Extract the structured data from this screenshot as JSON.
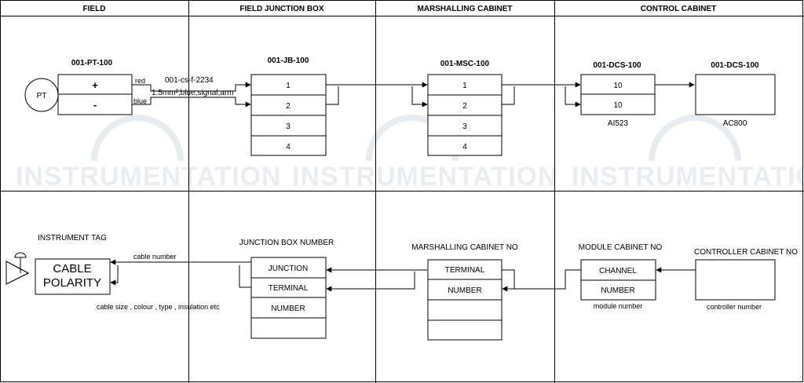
{
  "headers": [
    "FIELD",
    "FIELD JUNCTION BOX",
    "MARSHALLING CABINET",
    "CONTROL CABINET"
  ],
  "watermark": "INSTRUMENTATION",
  "top": {
    "pt_tag": "001-PT-100",
    "pt_circle": "PT",
    "plus": "+",
    "minus": "-",
    "wire_red": "red",
    "wire_blue": "blue",
    "cable_tag": "001-cs-f-2234",
    "cable_spec": "1.5mm²,blue,signal,arm",
    "jb_tag": "001-JB-100",
    "jb_terminals": [
      "1",
      "2",
      "3",
      "4"
    ],
    "msc_tag": "001-MSC-100",
    "msc_terminals": [
      "1",
      "2",
      "3",
      "4"
    ],
    "dcs_io_tag": "001-DCS-100",
    "dcs_io_channels": [
      "10",
      "10"
    ],
    "dcs_io_module": "AI523",
    "dcs_ctrl_tag": "001-DCS-100",
    "dcs_ctrl_name": "AC800"
  },
  "bottom": {
    "instrument_tag": "INSTRUMENT TAG",
    "cable_line1": "CABLE",
    "cable_line2": "POLARITY",
    "cable_number": "cable number",
    "cable_info": "cable size , colour , type , insulation etc",
    "jb_number": "JUNCTION BOX NUMBER",
    "jb_rows": [
      "JUNCTION",
      "TERMINAL",
      "NUMBER",
      ""
    ],
    "msc_no": "MARSHALLING CABINET NO",
    "msc_rows": [
      "TERMINAL",
      "NUMBER",
      "",
      ""
    ],
    "module_cabinet_no": "MODULE CABINET NO",
    "module_rows": [
      "CHANNEL",
      "NUMBER"
    ],
    "module_number": "module number",
    "controller_cabinet_no": "CONTROLLER CABINET NO",
    "controller_number": "controller number"
  }
}
